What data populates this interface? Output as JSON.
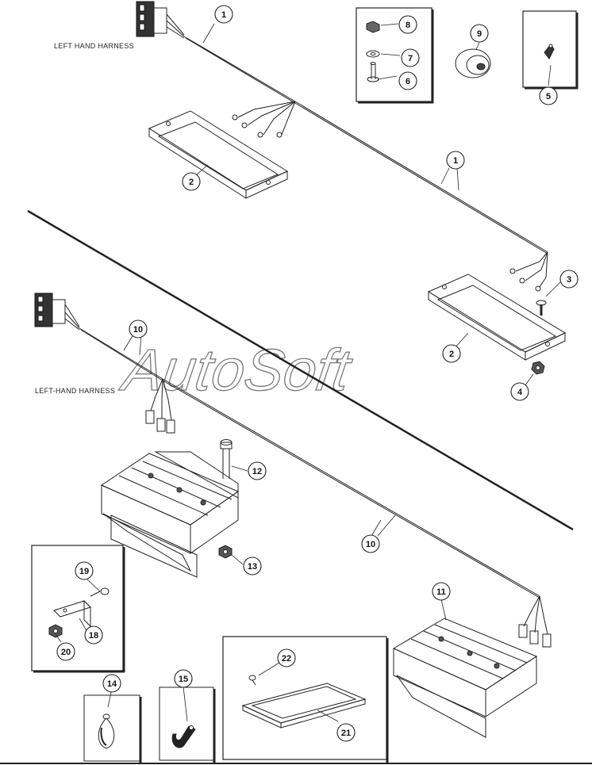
{
  "labels": {
    "left_hand_harness_top": "LEFT HAND HARNESS",
    "left_hand_harness_bottom": "LEFT-HAND HARNESS"
  },
  "watermark": "AutoSoft",
  "callouts": [
    "1",
    "1",
    "2",
    "2",
    "3",
    "4",
    "5",
    "6",
    "7",
    "8",
    "9",
    "10",
    "10",
    "11",
    "12",
    "13",
    "14",
    "15",
    "18",
    "19",
    "20",
    "21",
    "22"
  ]
}
